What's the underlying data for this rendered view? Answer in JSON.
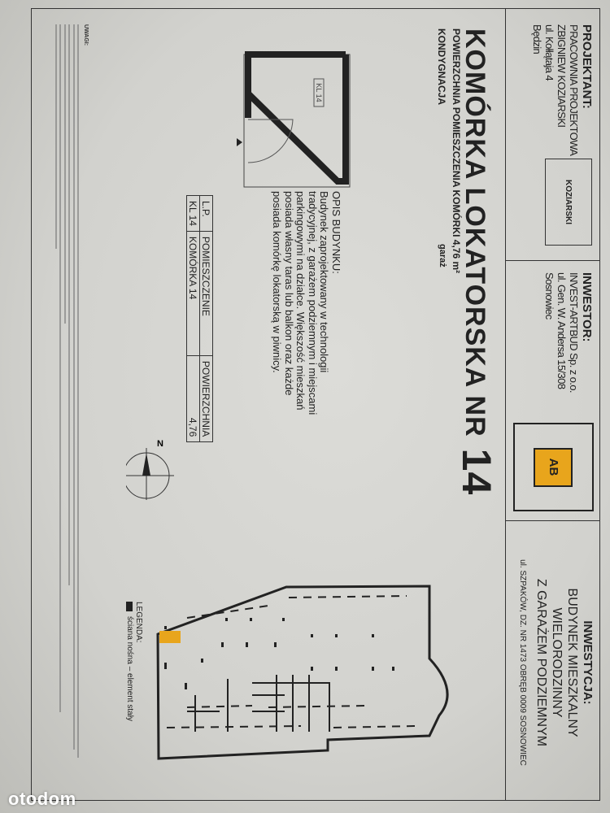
{
  "projektant": {
    "label": "PROJEKTANT:",
    "lines": [
      "PRACOWNIA PROJEKTOWA",
      "ZBIGNIEW KOZIARSKI",
      "ul. Kołłątaja 4",
      "Będzin"
    ],
    "stamp": "KOZIARSKI"
  },
  "inwestor": {
    "label": "INWESTOR:",
    "lines": [
      "INVEST-ARTBUD Sp. z o.o.",
      "ul. Gen. W. Andersa 15/308",
      "Sosnowiec"
    ],
    "logo_text": "AB",
    "logo_color": "#e8a51c"
  },
  "inwestycja": {
    "label": "INWESTYCJA:",
    "lines": [
      "BUDYNEK MIESZKALNY",
      "WIELORODZINNY",
      "Z GARAŻEM PODZIEMNYM"
    ],
    "address": "ul. SZPAKÓW, DZ. NR 1473 OBRĘB 0009 SOSNOWIEC"
  },
  "title": {
    "text": "KOMÓRKA LOKATORSKA  NR",
    "number": "14"
  },
  "area_line": "POWIERZCHNIA POMIESZCZENIA KOMÓRKI 4,76 m²",
  "kondygnacja": {
    "label": "KONDYGNACJA",
    "value": "garaż"
  },
  "cell_label": "KL 14",
  "opis": {
    "heading": "OPIS BUDYNKU:",
    "text": "Budynek zaprojektowany w technologii tradycyjnej, z garażem podziemnym i miejscami parkingowymi na działce. Większość mieszkań posiada własny taras lub balkon oraz każde posiada komórkę lokatorską w piwnicy."
  },
  "table": {
    "headers": [
      "L.P.",
      "POMIESZCZENIE",
      "POWIERZCHNIA"
    ],
    "rows": [
      [
        "KL 14",
        "KOMÓRKA 14",
        "4,76"
      ]
    ]
  },
  "compass": {
    "label": "N"
  },
  "legend": {
    "label": "LEGENDA:",
    "item": "ściana nośna – element stały"
  },
  "highlight_color": "#e8a51c",
  "notes": {
    "label": "UWAGI:"
  },
  "watermark": "otodom"
}
